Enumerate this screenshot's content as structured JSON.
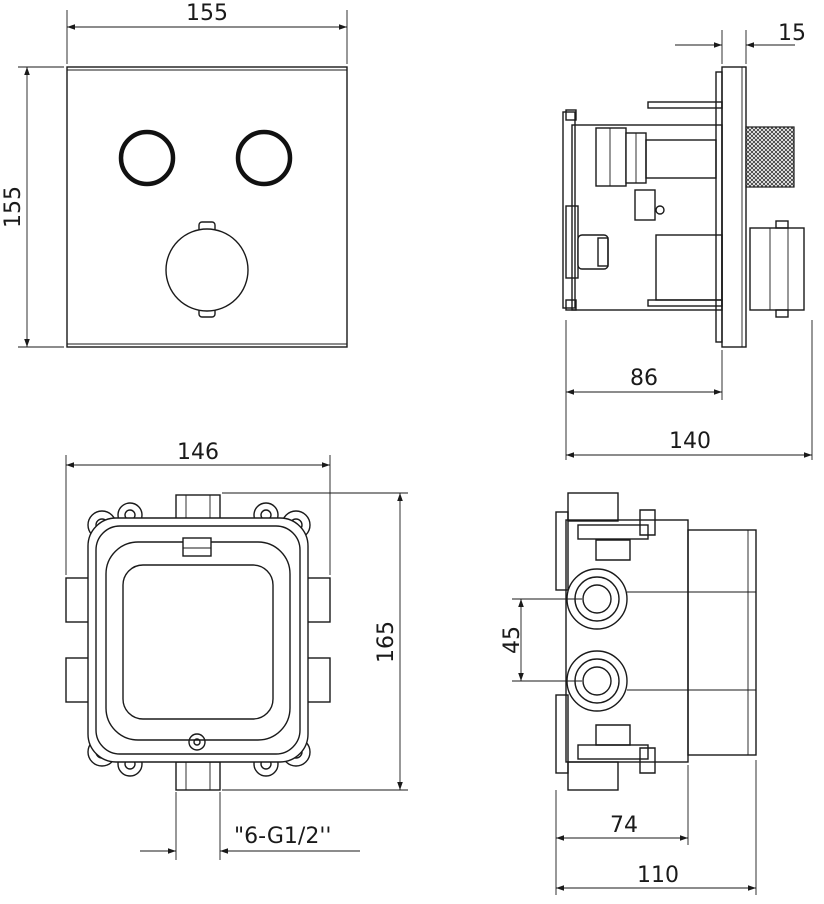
{
  "dimensions": {
    "front_width": "155",
    "front_height": "155",
    "side_plate": "15",
    "side_depth_body": "86",
    "side_depth_total": "140",
    "box_width": "146",
    "box_height": "165",
    "thread_spec": "\"6-G1/2''",
    "port_spacing": "45",
    "box_depth_body": "74",
    "box_depth_total": "110"
  }
}
